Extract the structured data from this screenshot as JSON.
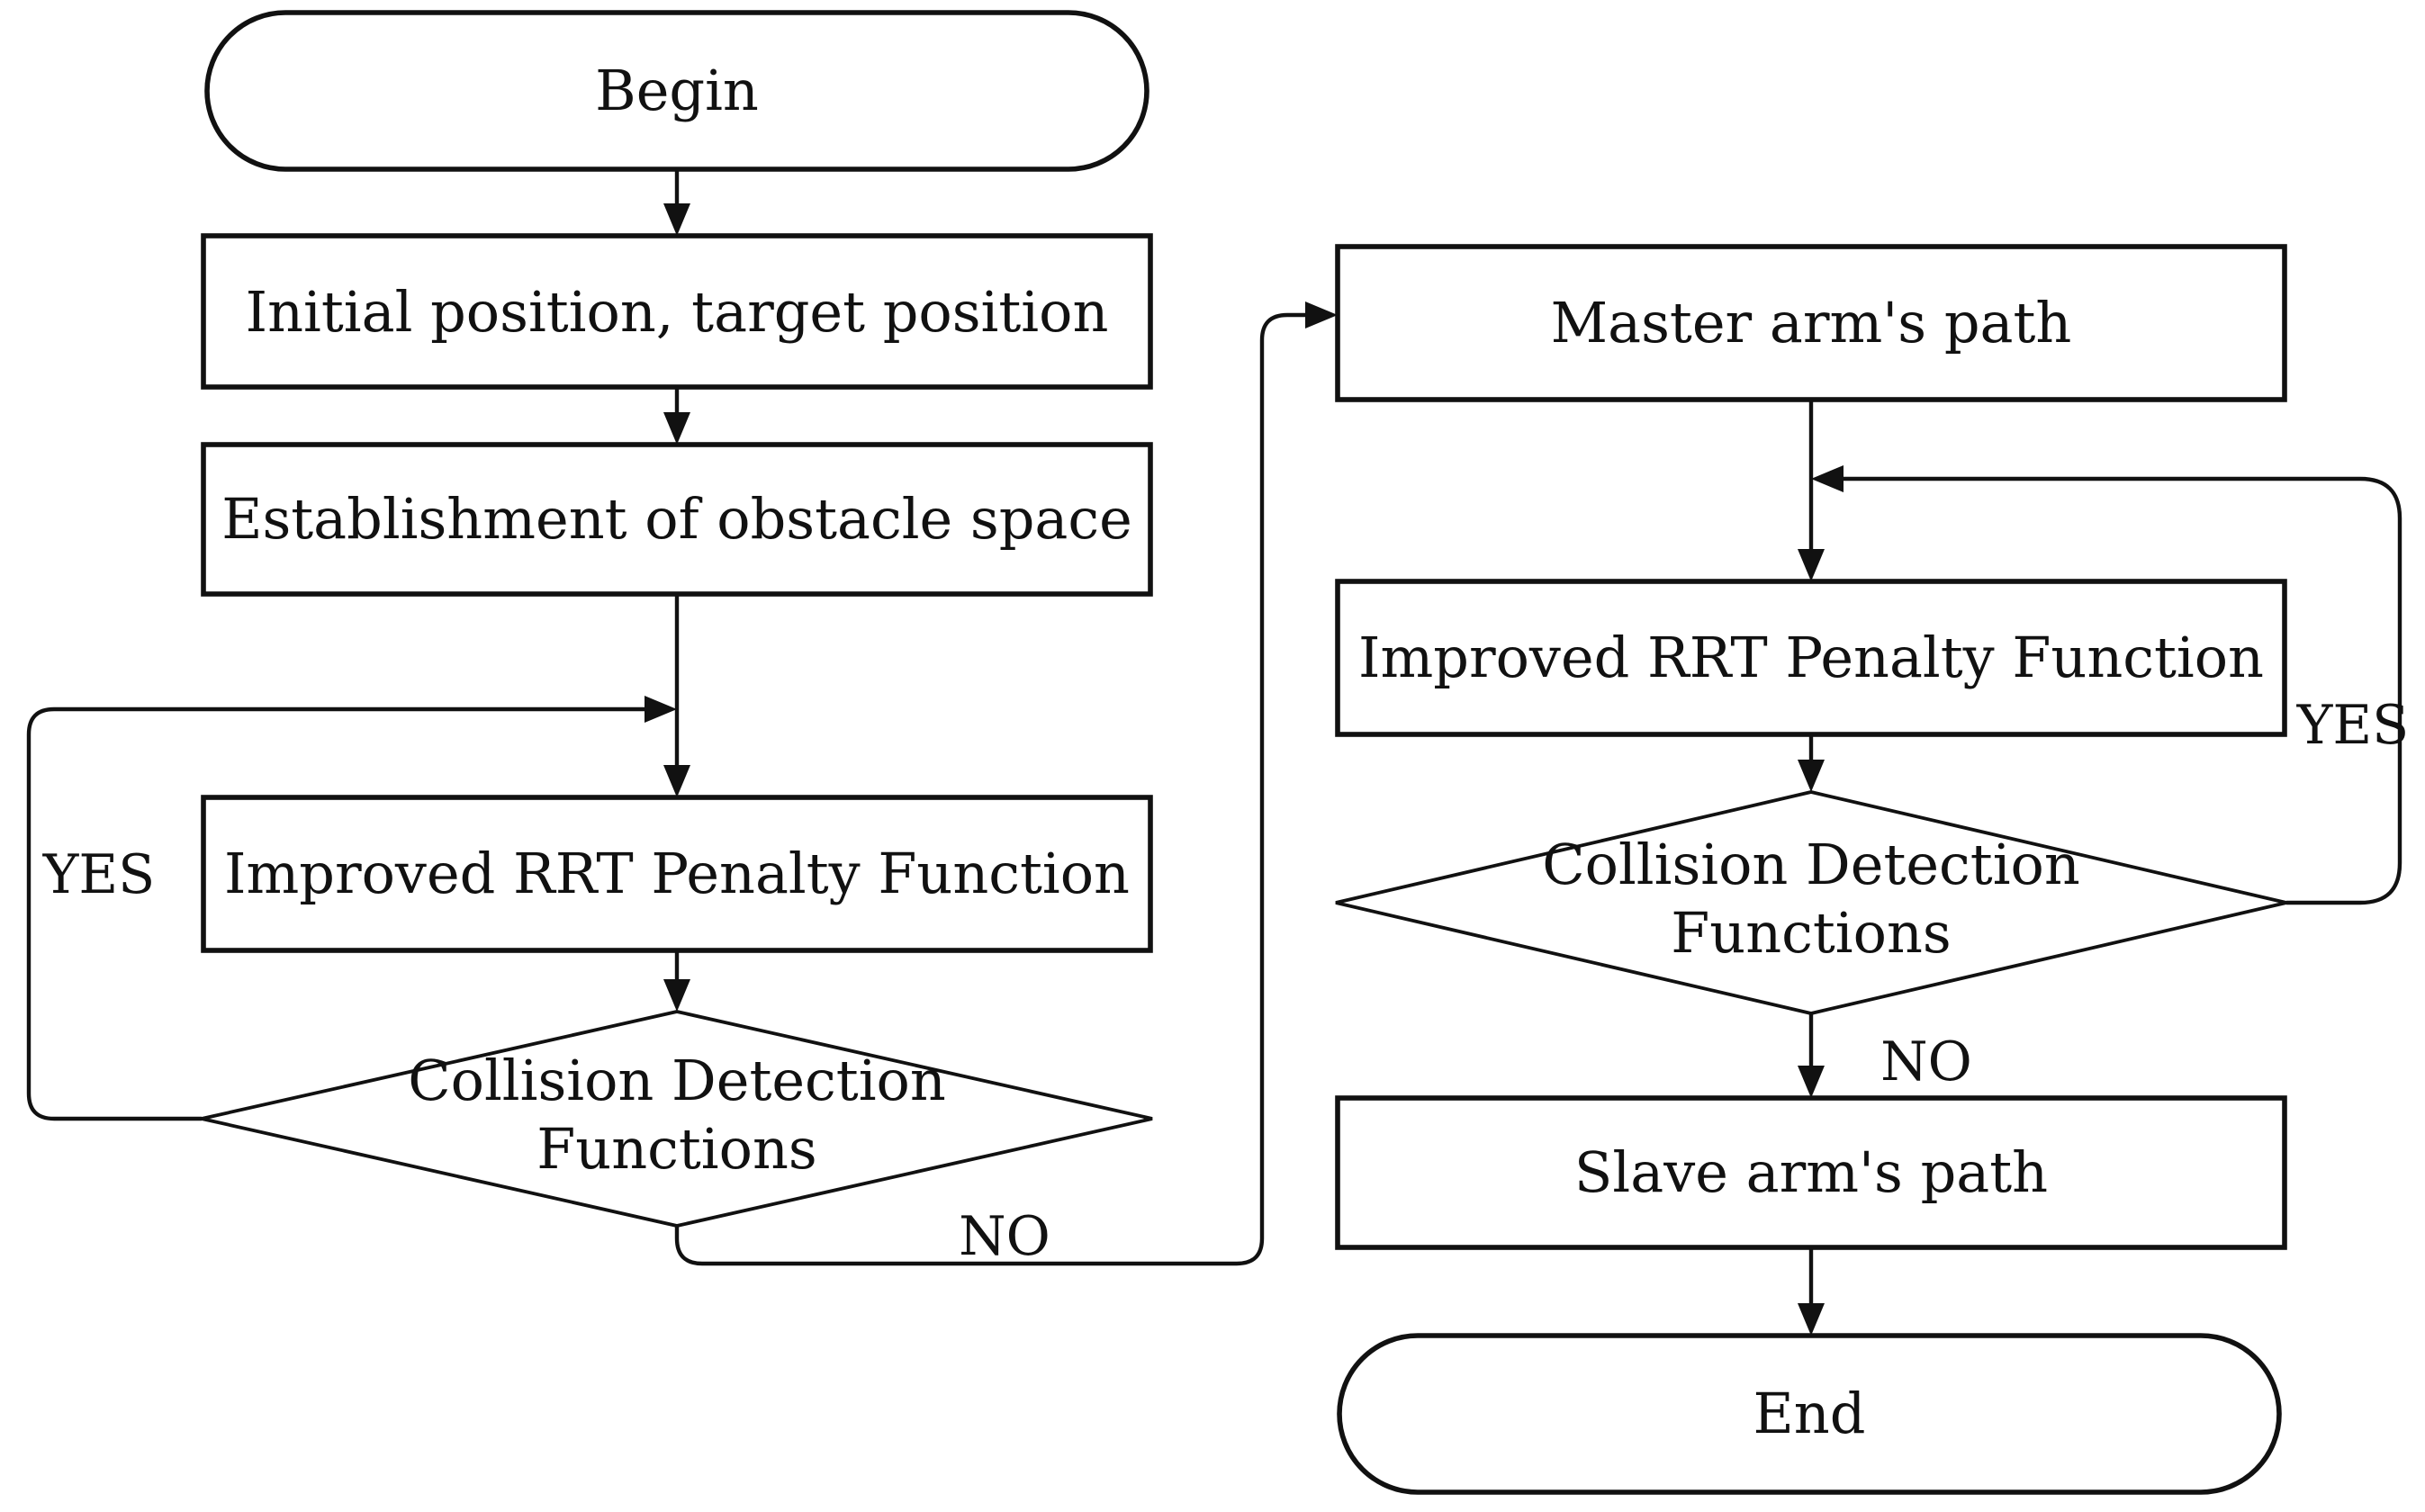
{
  "diagram": {
    "type": "flowchart",
    "colors": {
      "background": "#ffffff",
      "stroke": "#111111",
      "text": "#111111",
      "node_fill": "#ffffff"
    },
    "nodes": {
      "begin": {
        "shape": "terminator",
        "label": "Begin"
      },
      "initial": {
        "shape": "process",
        "label": "Initial position, target position"
      },
      "establish": {
        "shape": "process",
        "label": "Establishment of obstacle space"
      },
      "improved_left": {
        "shape": "process",
        "label": "Improved RRT Penalty Function"
      },
      "collision_left": {
        "shape": "decision",
        "line1": "Collision Detection",
        "line2": "Functions"
      },
      "master": {
        "shape": "process",
        "label": "Master arm's path"
      },
      "improved_right": {
        "shape": "process",
        "label": "Improved RRT Penalty Function"
      },
      "collision_right": {
        "shape": "decision",
        "line1": "Collision Detection",
        "line2": "Functions"
      },
      "slave": {
        "shape": "process",
        "label": "Slave arm's path"
      },
      "end": {
        "shape": "terminator",
        "label": "End"
      }
    },
    "labels": {
      "yes_left": "YES",
      "no_left": "NO",
      "yes_right": "YES",
      "no_right": "NO"
    }
  }
}
